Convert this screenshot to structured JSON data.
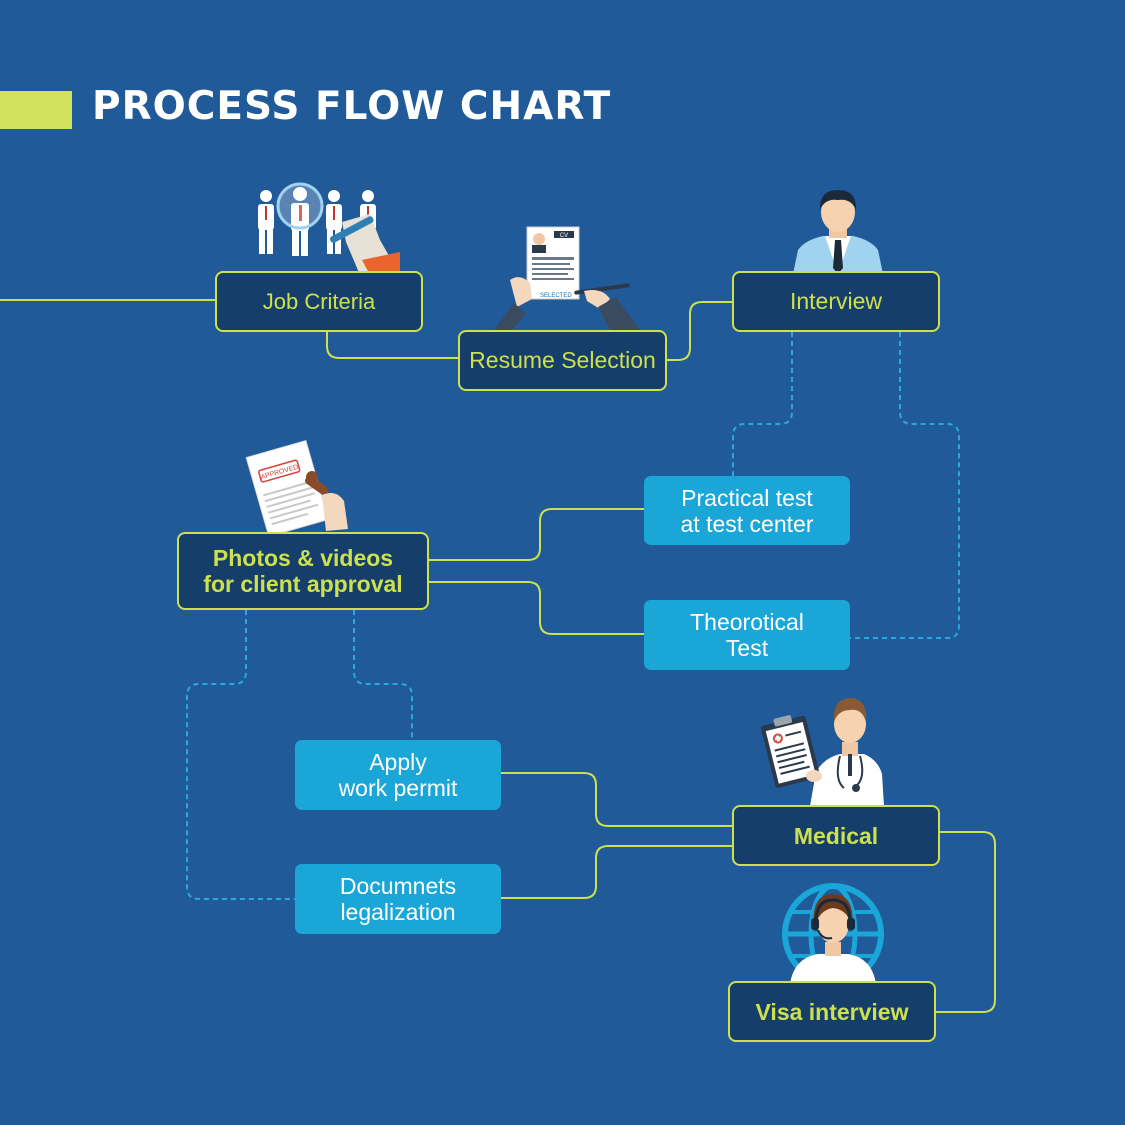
{
  "title": "PROCESS FLOW CHART",
  "colors": {
    "background": "#215a99",
    "accent": "#cde04e",
    "dark_node": "#153e6b",
    "light_node": "#1aa7d8",
    "dashed_line": "#29a9e0"
  },
  "nodes": {
    "job_criteria": "Job Criteria",
    "resume_selection": "Resume Selection",
    "interview": "Interview",
    "practical_test": "Practical test\nat test center",
    "theoretical_test": "Theorotical\nTest",
    "photos_videos": "Photos & videos\nfor client approval",
    "apply_work_permit": "Apply\nwork permit",
    "documents_legalization": "Documnets\nlegalization",
    "medical": "Medical",
    "visa_interview": "Visa interview"
  },
  "icons": {
    "job_criteria": "candidates-selection-icon",
    "resume_selection": "cv-document-icon",
    "interview": "interviewer-icon",
    "photos_videos": "approved-stamp-document-icon",
    "medical": "doctor-clipboard-icon",
    "visa_interview": "call-center-globe-icon"
  },
  "resume_texts": {
    "cv_label": "CV",
    "stamp": "SELECTED"
  },
  "approved_stamp": "APPROVED"
}
